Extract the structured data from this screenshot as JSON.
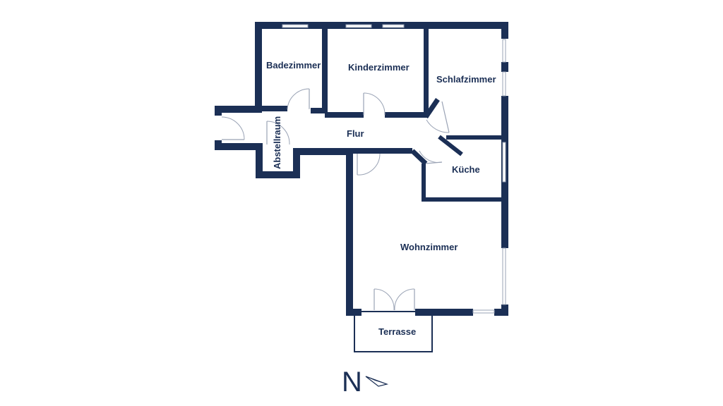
{
  "rooms": {
    "badezimmer": "Badezimmer",
    "kinderzimmer": "Kinderzimmer",
    "schlafzimmer": "Schlafzimmer",
    "flur": "Flur",
    "abstellraum": "Abstellraum",
    "kueche": "Küche",
    "wohnzimmer": "Wohnzimmer",
    "terrasse": "Terrasse"
  },
  "compass": {
    "label": "N",
    "icon": "north-arrow-icon"
  },
  "colors": {
    "wall": "#1b2f55",
    "door": "#9aa3b5",
    "background": "#ffffff"
  }
}
